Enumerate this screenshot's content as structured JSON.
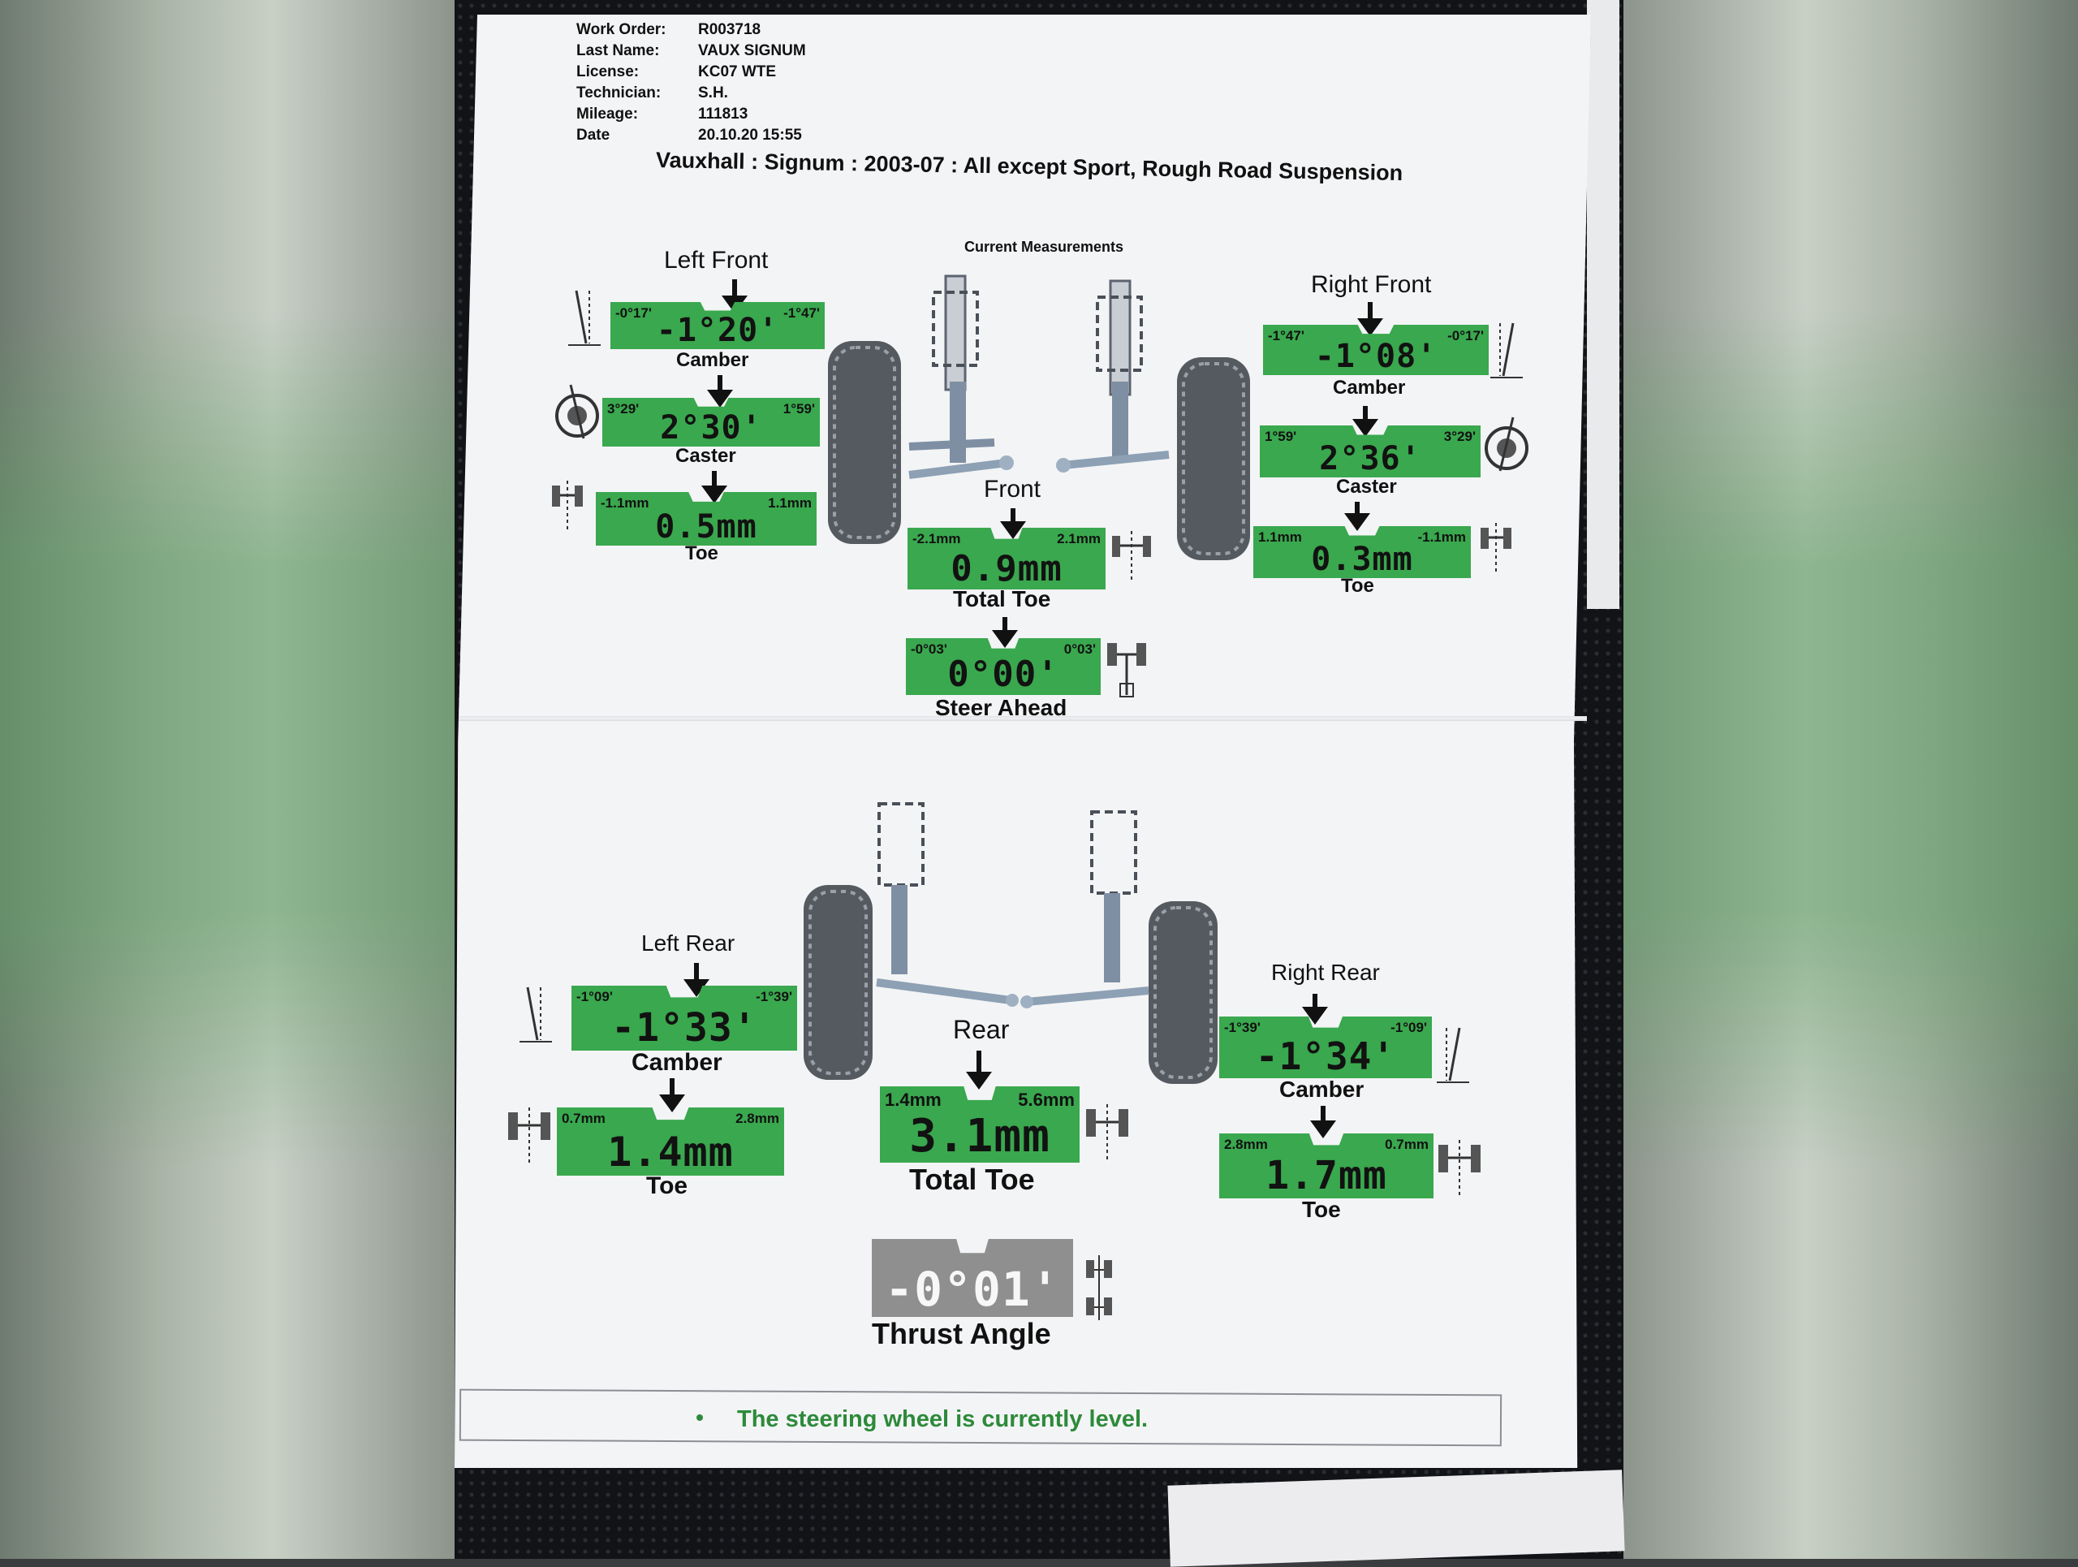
{
  "header": {
    "rows": [
      {
        "key": "Work Order:",
        "value": "R003718"
      },
      {
        "key": "Last Name:",
        "value": "VAUX SIGNUM"
      },
      {
        "key": "License:",
        "value": "KC07 WTE"
      },
      {
        "key": "Technician:",
        "value": "S.H."
      },
      {
        "key": "Mileage:",
        "value": "111813"
      },
      {
        "key": "Date",
        "value": "20.10.20 15:55"
      }
    ]
  },
  "title": "Vauxhall : Signum : 2003-07 : All except Sport, Rough Road Suspension",
  "subtitle": "Current Measurements",
  "front": {
    "left_heading": "Left Front",
    "right_heading": "Right Front",
    "center_heading": "Front",
    "left_camber": {
      "min": "-0°17'",
      "max": "-1°47'",
      "value": "-1°20'",
      "label": "Camber"
    },
    "left_caster": {
      "min": "3°29'",
      "max": "1°59'",
      "value": "2°30'",
      "label": "Caster"
    },
    "left_toe": {
      "min": "-1.1mm",
      "max": "1.1mm",
      "value": "0.5mm",
      "label": "Toe"
    },
    "right_camber": {
      "min": "-1°47'",
      "max": "-0°17'",
      "value": "-1°08'",
      "label": "Camber"
    },
    "right_caster": {
      "min": "1°59'",
      "max": "3°29'",
      "value": "2°36'",
      "label": "Caster"
    },
    "right_toe": {
      "min": "1.1mm",
      "max": "-1.1mm",
      "value": "0.3mm",
      "label": "Toe"
    },
    "total_toe": {
      "min": "-2.1mm",
      "max": "2.1mm",
      "value": "0.9mm",
      "label": "Total Toe"
    },
    "steer_ahead": {
      "min": "-0°03'",
      "max": "0°03'",
      "value": "0°00'",
      "label": "Steer Ahead"
    }
  },
  "rear": {
    "left_heading": "Left Rear",
    "right_heading": "Right Rear",
    "center_heading": "Rear",
    "left_camber": {
      "min": "-1°09'",
      "max": "-1°39'",
      "value": "-1°33'",
      "label": "Camber"
    },
    "left_toe": {
      "min": "0.7mm",
      "max": "2.8mm",
      "value": "1.4mm",
      "label": "Toe"
    },
    "right_camber": {
      "min": "-1°39'",
      "max": "-1°09'",
      "value": "-1°34'",
      "label": "Camber"
    },
    "right_toe": {
      "min": "2.8mm",
      "max": "0.7mm",
      "value": "1.7mm",
      "label": "Toe"
    },
    "total_toe": {
      "min": "1.4mm",
      "max": "5.6mm",
      "value": "3.1mm",
      "label": "Total Toe"
    },
    "thrust_angle": {
      "value": "-0°01'",
      "label": "Thrust Angle"
    }
  },
  "footer": {
    "message": "The steering wheel is currently level."
  },
  "colors": {
    "gauge_green": "#3aa84e",
    "gauge_grey": "#8f8f8f",
    "footer_green": "#2d8a3a"
  }
}
